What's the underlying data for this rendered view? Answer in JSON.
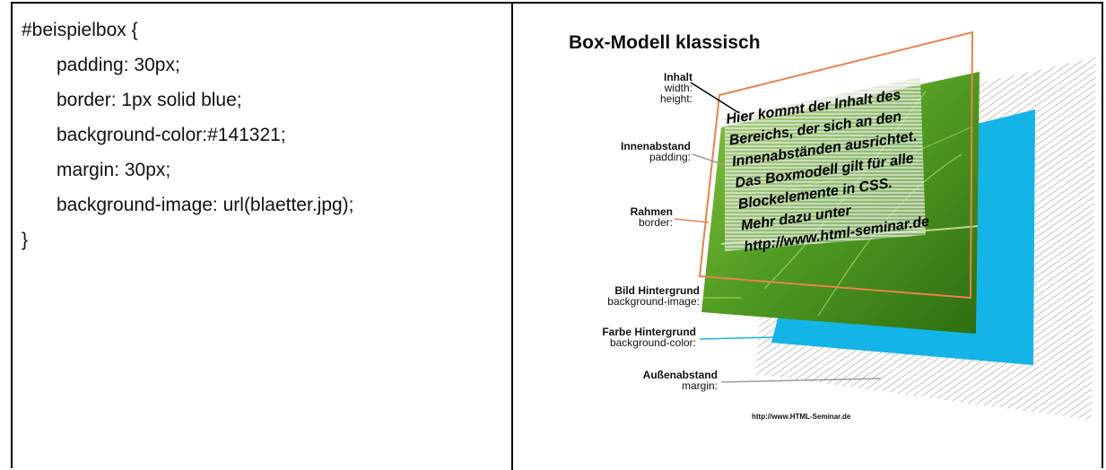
{
  "code": {
    "selector_line": "#beispielbox {",
    "properties": [
      "padding: 30px;",
      "border: 1px solid blue;",
      "background-color:#141321;",
      "margin: 30px;",
      "background-image: url(blaetter.jpg);"
    ],
    "closing_brace": "}"
  },
  "figure": {
    "title": "Box-Modell klassisch",
    "labels": [
      {
        "key": "inhalt",
        "bold": "Inhalt",
        "lines": [
          "width:",
          "height:"
        ]
      },
      {
        "key": "innenabstand",
        "bold": "Innenabstand",
        "lines": [
          "padding:"
        ]
      },
      {
        "key": "rahmen",
        "bold": "Rahmen",
        "lines": [
          "border:"
        ]
      },
      {
        "key": "bild",
        "bold": "Bild Hintergrund",
        "lines": [
          "background-image:"
        ]
      },
      {
        "key": "farbe",
        "bold": "Farbe Hintergrund",
        "lines": [
          "background-color:"
        ]
      },
      {
        "key": "aussen",
        "bold": "Außenabstand",
        "lines": [
          "margin:"
        ]
      }
    ],
    "content_text": [
      "Hier kommt der Inhalt des",
      "Bereichs, der sich an den",
      "Innenabständen ausrichtet.",
      "Das Boxmodell gilt für alle",
      "Blockelemente in CSS.",
      "Mehr dazu unter",
      "http://www.html-seminar.de"
    ],
    "credit": "http://www.HTML-Seminar.de",
    "colors": {
      "border_orange": "#e8834a",
      "background_blue": "#14b4e6",
      "leaf_green": "#5fa52a",
      "padding_gray": "#9a9a9a",
      "bild_line": "#8dc63f"
    }
  }
}
